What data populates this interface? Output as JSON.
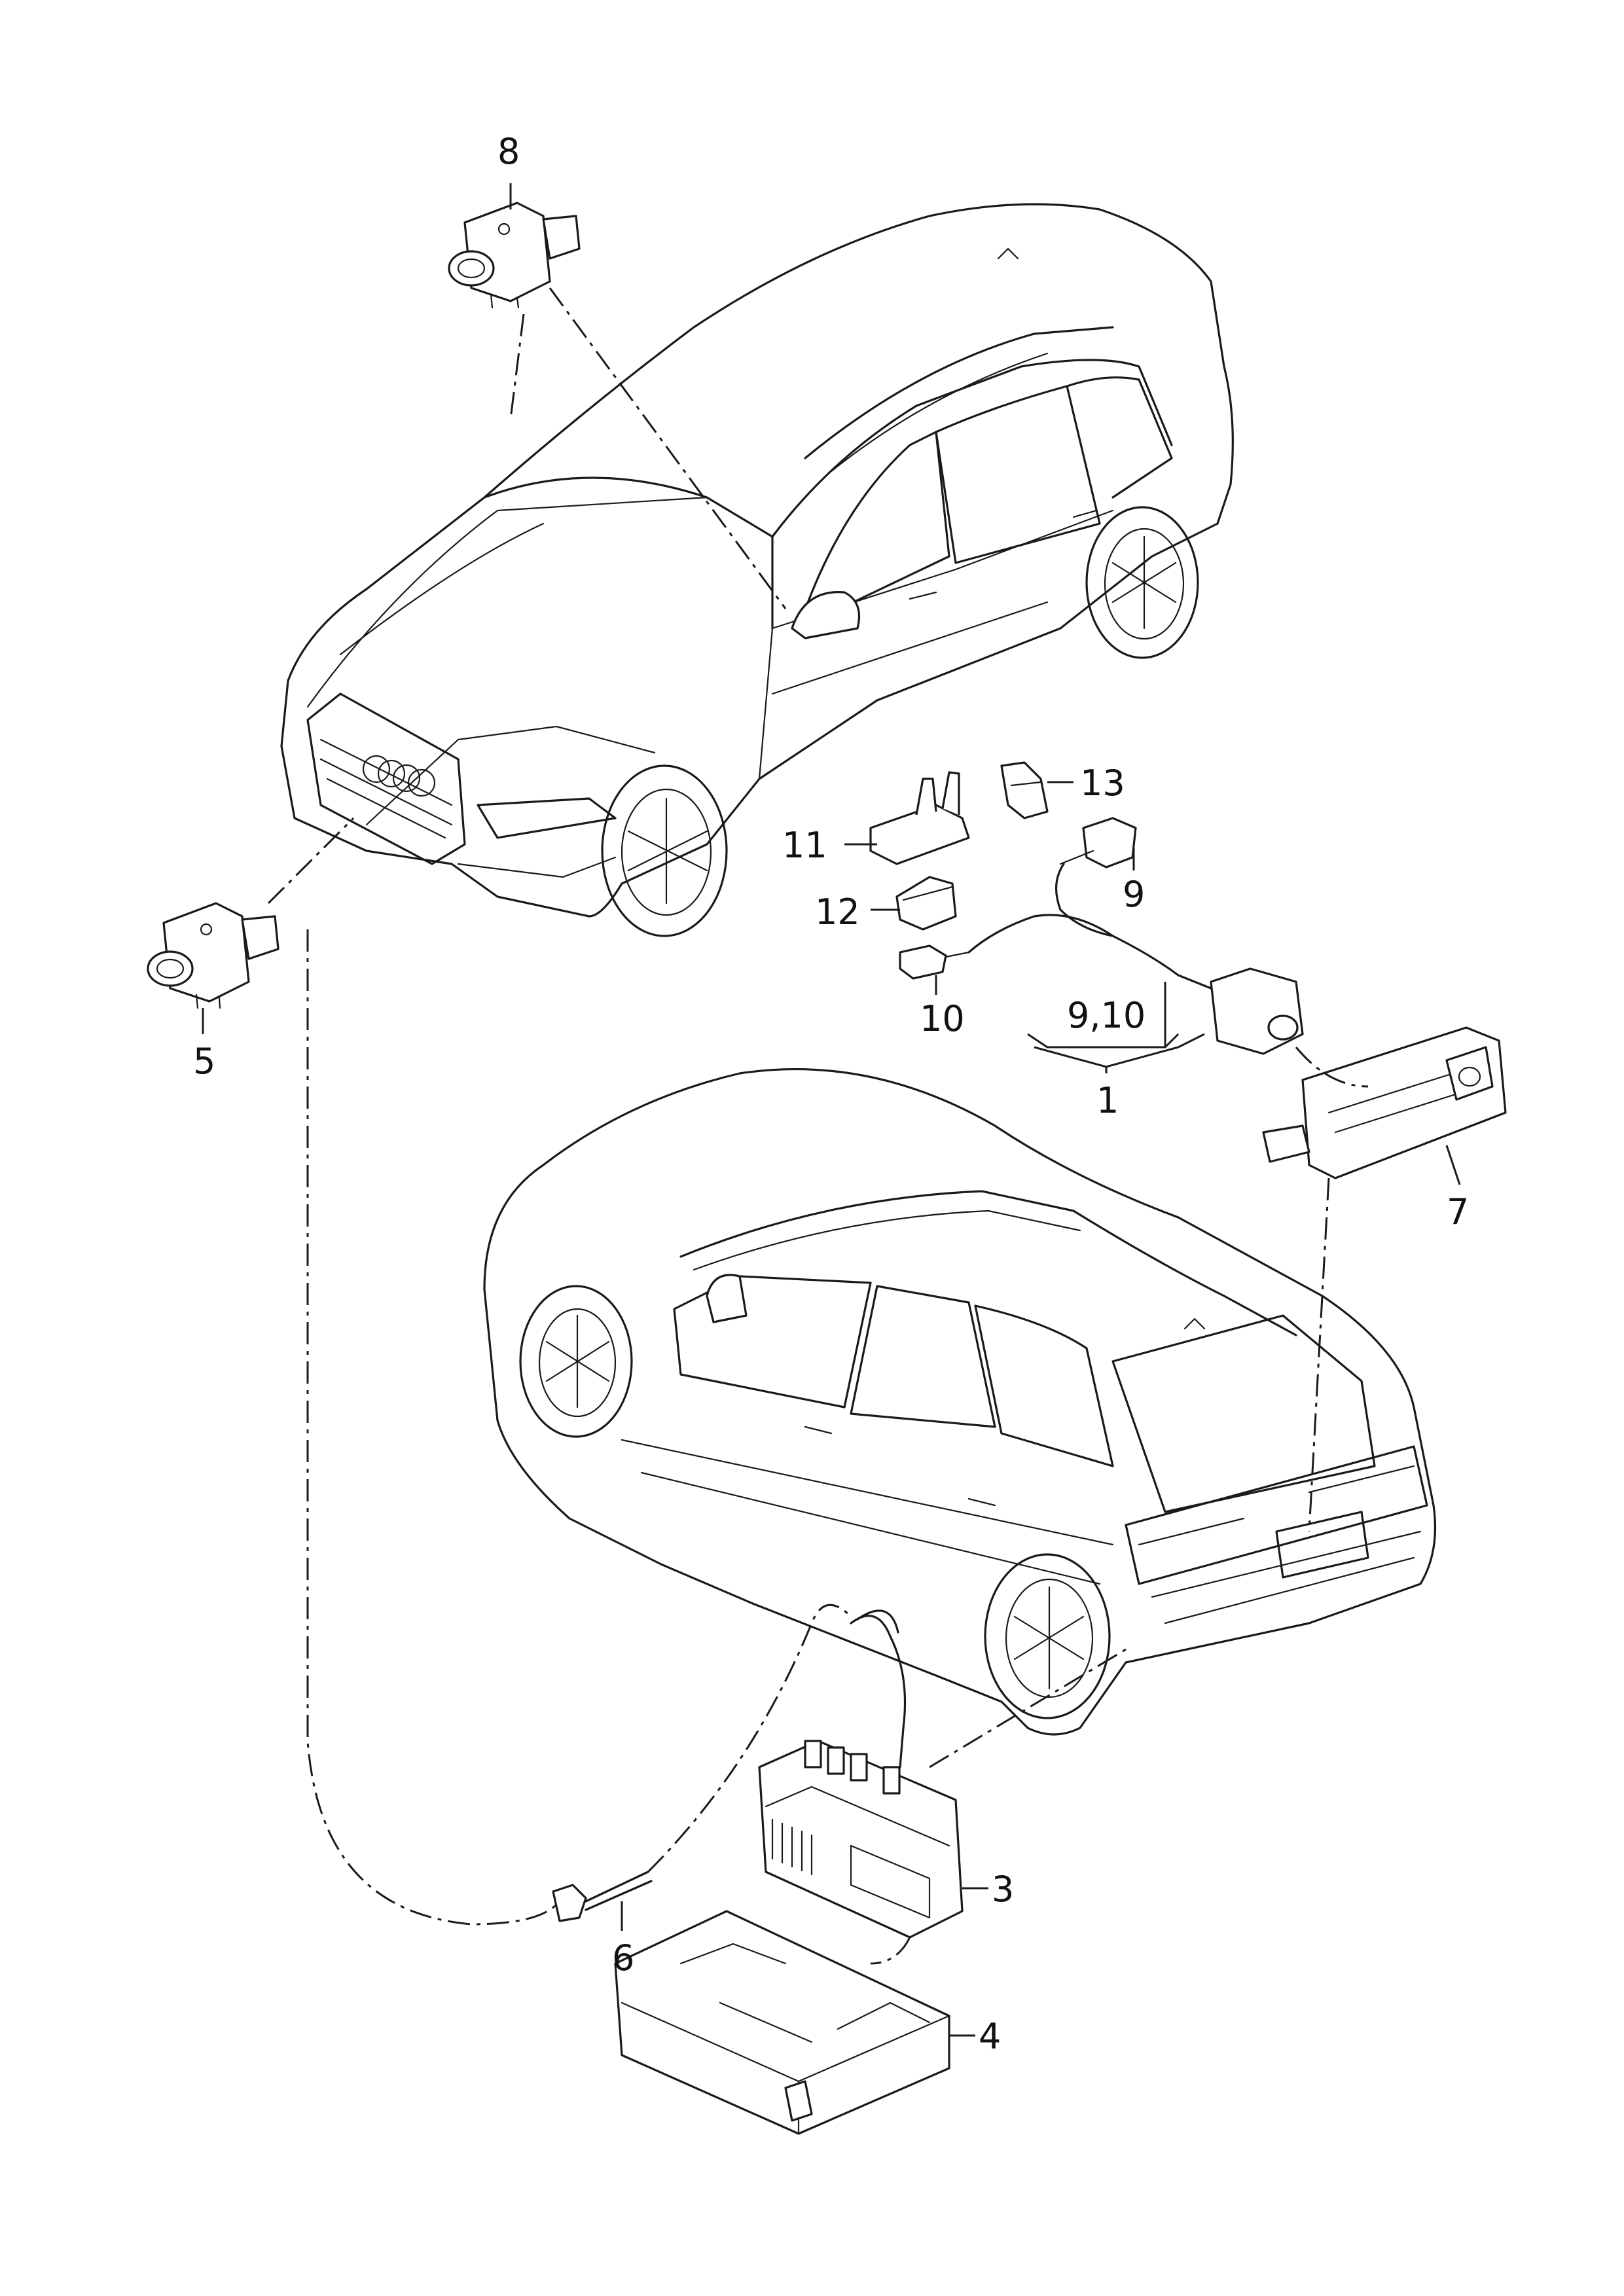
{
  "callouts": {
    "c1": "1",
    "c3": "3",
    "c4": "4",
    "c5": "5",
    "c6": "6",
    "c7": "7",
    "c8": "8",
    "c9": "9",
    "c9_10": "9,10",
    "c10": "10",
    "c11": "11",
    "c12": "12",
    "c13": "13"
  }
}
